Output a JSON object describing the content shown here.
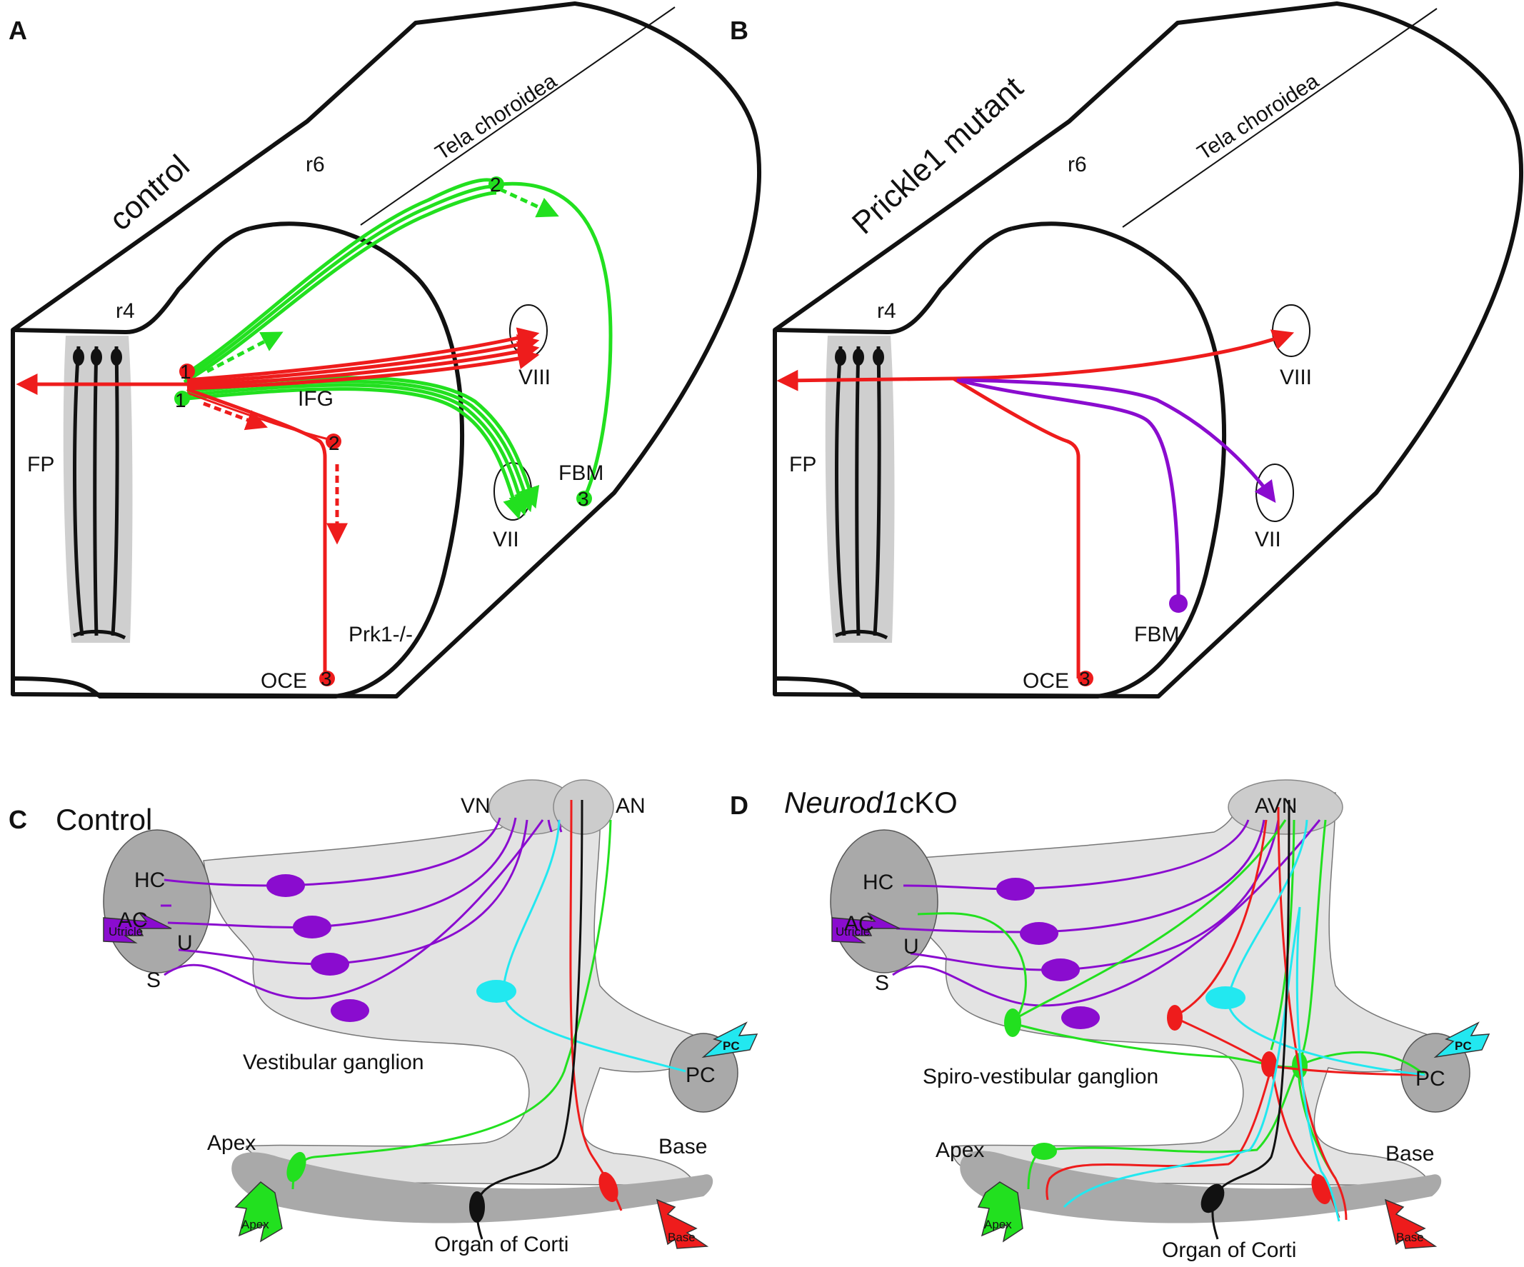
{
  "panels": {
    "A": {
      "letter": "A",
      "title": "control",
      "labels": {
        "r6": "r6",
        "tela": "Tela choroidea",
        "r4": "r4",
        "fp": "FP",
        "ifg": "IFG",
        "viii": "VIII",
        "vii": "VII",
        "fbm": "FBM",
        "oce": "OCE",
        "prk": "Prk1-/-"
      },
      "markers": [
        "1",
        "1",
        "2",
        "2",
        "3",
        "3"
      ]
    },
    "B": {
      "letter": "B",
      "title": "Prickle1 mutant",
      "labels": {
        "r6": "r6",
        "tela": "Tela choroidea",
        "r4": "r4",
        "fp": "FP",
        "viii": "VIII",
        "vii": "VII",
        "fbm": "FBM",
        "oce": "OCE"
      },
      "markers": [
        "3"
      ]
    },
    "C": {
      "letter": "C",
      "title": "Control",
      "labels": {
        "vn": "VN",
        "an": "AN",
        "hc": "HC",
        "ac": "AC",
        "u": "U",
        "s": "S",
        "utricle": "Utricle",
        "pc": "PC",
        "pc_arrow": "PC",
        "ganglion": "Vestibular ganglion",
        "apex": "Apex",
        "apex_arrow": "Apex",
        "base": "Base",
        "base_arrow": "Base",
        "organ": "Organ of Corti"
      }
    },
    "D": {
      "letter": "D",
      "title_italic": "Neurod1",
      "title_rest": "cKO",
      "labels": {
        "avn": "AVN",
        "hc": "HC",
        "ac": "AC",
        "u": "U",
        "s": "S",
        "utricle": "Utricle",
        "pc": "PC",
        "pc_arrow": "PC",
        "ganglion": "Spiro-vestibular ganglion",
        "apex": "Apex",
        "apex_arrow": "Apex",
        "base": "Base",
        "base_arrow": "Base",
        "organ": "Organ of Corti"
      }
    }
  },
  "colors": {
    "red": "#ee1c1c",
    "green": "#22e01f",
    "purple": "#8a0ccf",
    "cyan": "#22e8f0",
    "black": "#111111",
    "ganglion_fill": "#e3e3e3",
    "organ_fill": "#a9a9a9",
    "nucleus_fill": "#cccccc"
  }
}
